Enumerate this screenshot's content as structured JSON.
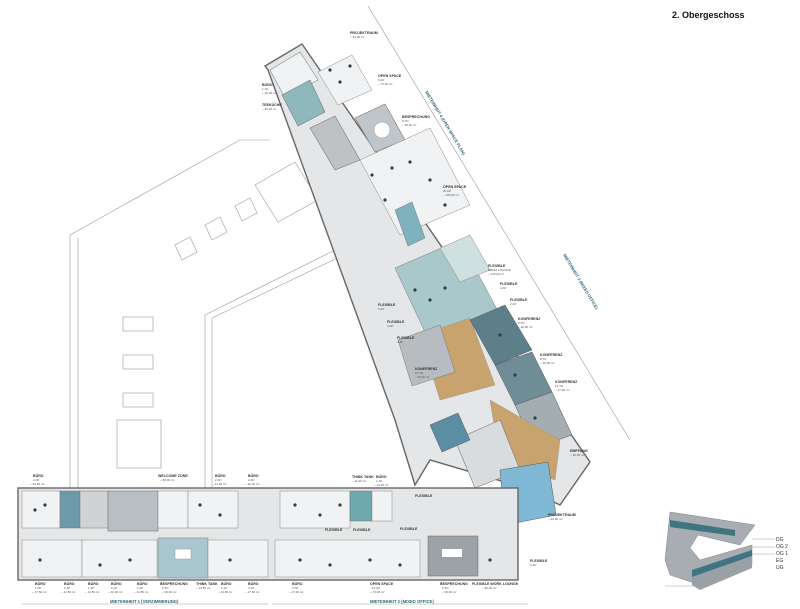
{
  "title": "2. Obergeschoss",
  "colors": {
    "corridor": "#e4e6e8",
    "room": "#f1f2f3",
    "teal": "#8fb8bd",
    "blue": "#7fb9d6",
    "dark": "#5d7f8a",
    "wood": "#c9a36d",
    "grey": "#9aa3a8",
    "accent": "#2d6a73"
  },
  "units": {
    "unit1": "MIETEINHEIT 1 (VERZIMMERUNG)",
    "unit2": "MIETEINHEIT 2 (MIXED OFFICE)",
    "unit3": "MIETEINHEIT 3 (MIXED OFFICE)",
    "unit4": "MIETEINHEIT 4 (OPEN SPACE PLAN)"
  },
  "rooms_top": [
    {
      "name": "PROJEKTRAUM",
      "area": "~ 23,00 m²"
    },
    {
      "name": "BÜRO",
      "sub": "1 AP",
      "area": "~ 20,00 m²"
    },
    {
      "name": "TEEKÜCHE",
      "area": "~ 25,00 m²"
    },
    {
      "name": "OPEN SPACE",
      "sub": "9 AP",
      "area": "~ 72,00 m²"
    },
    {
      "name": "BESPRECHUNG",
      "sub": "8 TN",
      "area": "~ 28,00 m²"
    },
    {
      "name": "OPEN SPACE",
      "sub": "20 AP",
      "area": "~ 160,00 m²"
    }
  ],
  "rooms_mid": [
    {
      "name": "FLEXIBLE",
      "sub": "MEDIA LOUNGE",
      "area": "~ 120,00 m²"
    },
    {
      "name": "FLEXIBLE",
      "sub": "4 AP"
    },
    {
      "name": "FLEXIBLE",
      "sub": "2 AP"
    },
    {
      "name": "FLEXIBLE",
      "sub": "4 AP"
    },
    {
      "name": "FLEXIBLE",
      "sub": "4 AP"
    },
    {
      "name": "FLEXIBLE",
      "sub": "4 AP"
    },
    {
      "name": "KONFERENZ",
      "sub": "12 TN",
      "area": "~ 30,00 m²"
    },
    {
      "name": "KONFERENZ",
      "sub": "8 TN",
      "area": "~ 20,00 m²"
    },
    {
      "name": "KONFERENZ",
      "sub": "8 TN",
      "area": "~ 20,00 m²"
    },
    {
      "name": "KONFERENZ",
      "sub": "12 TN",
      "area": "~ 27,00 m²"
    },
    {
      "name": "EMPFANG",
      "area": "~ 36,00 m²"
    },
    {
      "name": "PROJEKTRAUM",
      "area": "~ 40,00 m²"
    },
    {
      "name": "FLEXIBLE",
      "sub": "4 AP"
    }
  ],
  "rooms_bottom_top": [
    {
      "name": "BÜRO",
      "sub": "2 AP",
      "area": "~ 23,50 m²"
    },
    {
      "name": "WELCOME ZONE",
      "area": "~ 80,00 m²"
    },
    {
      "name": "BÜRO",
      "sub": "2 AP",
      "area": "~ 21,50 m²"
    },
    {
      "name": "BÜRO",
      "sub": "2 AP",
      "area": "~ 20,00 m²"
    },
    {
      "name": "THINK TANK",
      "area": "~ 11,00 m²"
    },
    {
      "name": "BÜRO",
      "sub": "1 AP",
      "area": "~ 13,00 m²"
    }
  ],
  "rooms_bottom": [
    {
      "name": "BÜRO",
      "sub": "1 AP",
      "area": "~ 27,50 m²"
    },
    {
      "name": "BÜRO",
      "sub": "2 AP",
      "area": "~ 21,50 m²"
    },
    {
      "name": "BÜRO",
      "sub": "1 AP",
      "area": "~ 14,50 m²"
    },
    {
      "name": "BÜRO",
      "sub": "2 AP",
      "area": "~ 22,00 m²"
    },
    {
      "name": "BÜRO",
      "sub": "1 AP",
      "area": "~ 21,50 m²"
    },
    {
      "name": "BESPRECHUNG",
      "sub": "8 TN",
      "area": "~ 30,00 m²"
    },
    {
      "name": "THINK TANK",
      "area": "~ 14,50 m²"
    },
    {
      "name": "BÜRO",
      "sub": "1 AP",
      "area": "~ 14,50 m²"
    },
    {
      "name": "BÜRO",
      "sub": "4 AP",
      "area": "~ 27,50 m²"
    },
    {
      "name": "BÜRO",
      "sub": "3 AP",
      "area": "~ 27,00 m²"
    },
    {
      "name": "OPEN SPACE",
      "sub": "10 AP",
      "area": "~ 76,00 m²"
    },
    {
      "name": "BESPRECHUNG",
      "sub": "8 TN",
      "area": "~ 30,00 m²"
    },
    {
      "name": "FLEXIBLE WORK LOUNGE",
      "area": "~ 60,00 m²"
    }
  ],
  "flex_labels": [
    "FLEXIBLE",
    "FLEXIBLE",
    "FLEXIBLE",
    "FLEXIBLE"
  ],
  "legend": [
    "DG",
    "OG 2",
    "OG 1",
    "EG",
    "UG"
  ]
}
